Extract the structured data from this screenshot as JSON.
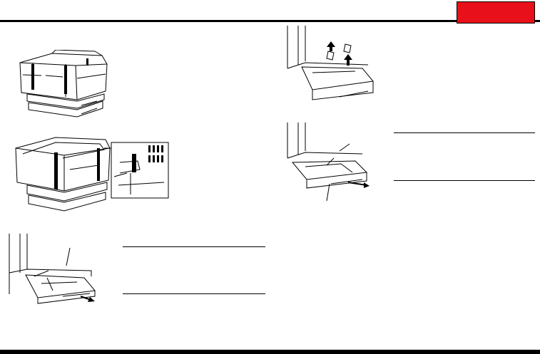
{
  "header": {
    "tab_color": "#e8101a",
    "rule_color": "#000000"
  },
  "figures": [
    {
      "id": "printer-front",
      "icon": "printer-front-illustration"
    },
    {
      "id": "printer-rear",
      "icon": "printer-rear-with-tape-detail"
    },
    {
      "id": "tray-pull",
      "icon": "paper-tray-pull-out"
    },
    {
      "id": "tray-remove-spacers",
      "icon": "tray-remove-spacers"
    },
    {
      "id": "tray-adjust",
      "icon": "tray-adjust-guides"
    }
  ]
}
